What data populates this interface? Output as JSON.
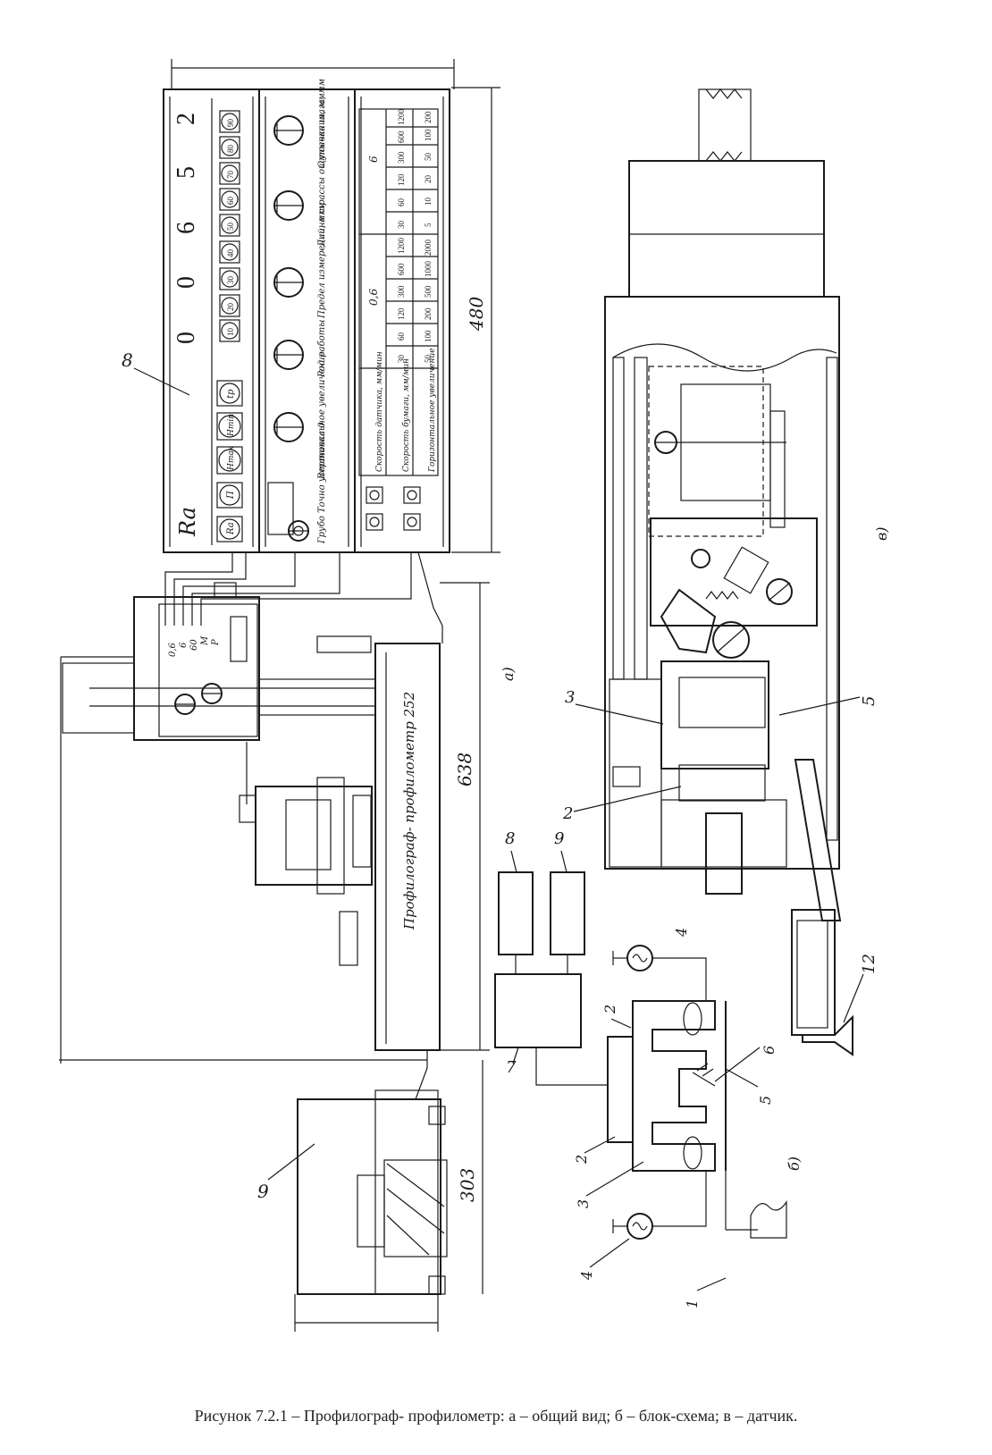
{
  "caption": "Рисунок 7.2.1 – Профилограф- профилометр: а – общий вид; б – блок-схема; в – датчик.",
  "subfigure_labels": {
    "a": "а)",
    "b": "б)",
    "c": "в)"
  },
  "dimensions": {
    "d480": "480",
    "d638": "638",
    "d303": "303"
  },
  "reference_labels": {
    "l8_panel": "8",
    "l8_block": "8",
    "l9_block": "9",
    "l9_recorder": "9",
    "l7": "7",
    "l2a": "2",
    "l2b": "2",
    "l3": "3",
    "l4a": "4",
    "l4b": "4",
    "l1": "1",
    "l5": "5",
    "l6": "6",
    "s3": "3",
    "s2": "2",
    "s5": "5",
    "s12": "12"
  },
  "instrument": {
    "title": "Профилограф- профилометр  252",
    "counter_label": "Ra",
    "counter_digits": [
      "0",
      "0",
      "6",
      "5",
      "2"
    ],
    "param_buttons": [
      "Ra",
      "П",
      "Hmax",
      "Hmin",
      "tp"
    ],
    "percent_buttons": [
      "10",
      "20",
      "30",
      "40",
      "50",
      "60",
      "70",
      "80",
      "90"
    ],
    "knob_labels": [
      "Грубо Точно установка 0",
      "Вертикальное увеличение",
      "Род работы",
      "Предел измерений, мкм",
      "Длина трассы ощупывания, мм",
      "Отсечка шага, мм"
    ],
    "table": {
      "row_headers": [
        "Скорость датчика, мм/мин",
        "Скорость бумаги, мм/мин",
        "Горизонтальное увеличение"
      ],
      "group_headers": [
        "0,6",
        "6"
      ],
      "rows": [
        [
          "30",
          "60",
          "120",
          "300",
          "600",
          "1200",
          "30",
          "60",
          "120",
          "300",
          "600",
          "1200"
        ],
        [
          "50",
          "100",
          "200",
          "500",
          "1000",
          "2000",
          "5",
          "10",
          "20",
          "50",
          "100",
          "200"
        ]
      ]
    },
    "selector_labels": [
      "0,6",
      "6",
      "60",
      "M",
      "P"
    ]
  }
}
